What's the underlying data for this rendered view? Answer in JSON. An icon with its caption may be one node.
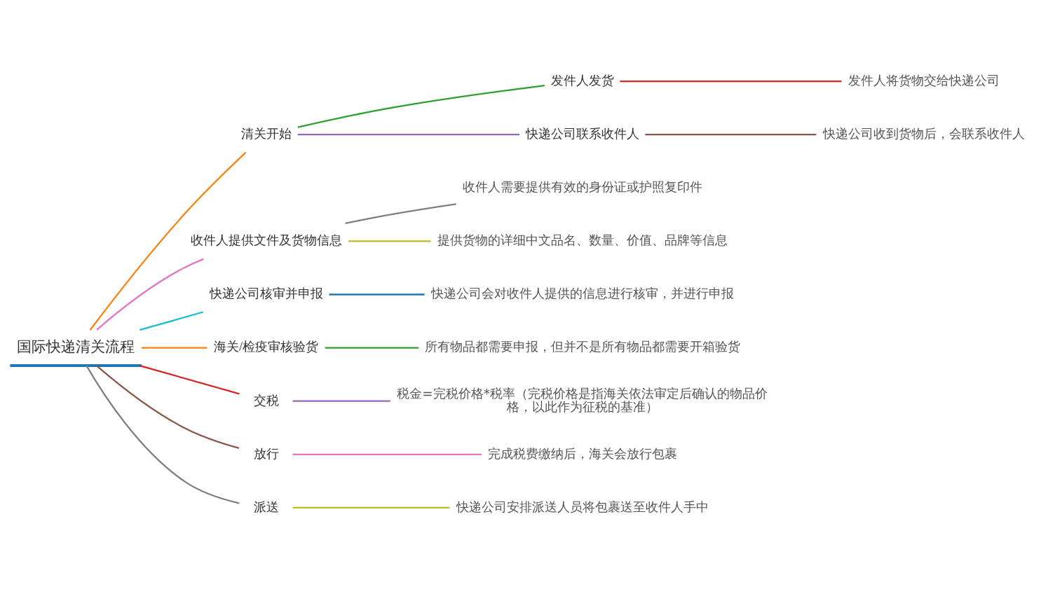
{
  "diagram": {
    "nodes": [
      {
        "text": [
          "国际快递清关流程"
        ]
      },
      {
        "text": [
          "清关开始"
        ]
      },
      {
        "text": [
          "发件人发货"
        ]
      },
      {
        "text": [
          "发件人将货物交给快递公司"
        ]
      },
      {
        "text": [
          "快递公司联系收件人"
        ]
      },
      {
        "text": [
          "快递公司收到货物后，会联系收件人"
        ]
      },
      {
        "text": [
          "收件人提供文件及货物信息"
        ]
      },
      {
        "text": [
          "收件人需要提供有效的身份证或护照复印件"
        ]
      },
      {
        "text": [
          "提供货物的详细中文品名、数量、价值、品牌等信息"
        ]
      },
      {
        "text": [
          "快递公司核审并申报"
        ]
      },
      {
        "text": [
          "快递公司会对收件人提供的信息进行核审，并进行申报"
        ]
      },
      {
        "text": [
          "海关/检疫审核验货"
        ]
      },
      {
        "text": [
          "所有物品都需要申报，但并不是所有物品都需要开箱验货"
        ]
      },
      {
        "text": [
          "交税"
        ]
      },
      {
        "text": [
          "税金=完税价格*税率（完税价格是指海关依法审定后确认的物品价格，以此作为征税的基准）"
        ]
      },
      {
        "text": [
          "放行"
        ]
      },
      {
        "text": [
          "完成税费缴纳后，海关会放行包裹"
        ]
      },
      {
        "text": [
          "派送"
        ]
      },
      {
        "text": [
          "快递公司安排派送人员将包裹送至收件人手中"
        ]
      }
    ],
    "edges": [
      {
        "from": 0,
        "to": 1,
        "arrow": "none",
        "color": "#ff7f0e"
      },
      {
        "from": 1,
        "to": 2,
        "arrow": "none",
        "color": "#2ca02c"
      },
      {
        "from": 2,
        "to": 3,
        "arrow": "none",
        "color": "#d62728"
      },
      {
        "from": 1,
        "to": 4,
        "arrow": "none",
        "color": "#9467bd"
      },
      {
        "from": 4,
        "to": 5,
        "arrow": "none",
        "color": "#8c564b"
      },
      {
        "from": 0,
        "to": 6,
        "arrow": "none",
        "color": "#e377c2"
      },
      {
        "from": 6,
        "to": 7,
        "arrow": "none",
        "color": "#7f7f7f"
      },
      {
        "from": 6,
        "to": 8,
        "arrow": "none",
        "color": "#bcbd22"
      },
      {
        "from": 0,
        "to": 9,
        "arrow": "none",
        "color": "#17becf"
      },
      {
        "from": 9,
        "to": 10,
        "arrow": "none",
        "color": "#1f77b4"
      },
      {
        "from": 0,
        "to": 11,
        "arrow": "none",
        "color": "#ff7f0e"
      },
      {
        "from": 11,
        "to": 12,
        "arrow": "none",
        "color": "#2ca02c"
      },
      {
        "from": 0,
        "to": 13,
        "arrow": "none",
        "color": "#d62728"
      },
      {
        "from": 13,
        "to": 14,
        "arrow": "none",
        "color": "#9467bd"
      },
      {
        "from": 0,
        "to": 15,
        "arrow": "none",
        "color": "#8c564b"
      },
      {
        "from": 15,
        "to": 16,
        "arrow": "none",
        "color": "#e377c2"
      },
      {
        "from": 0,
        "to": 17,
        "arrow": "none",
        "color": "#7f7f7f"
      },
      {
        "from": 17,
        "to": 18,
        "arrow": "none",
        "color": "#bcbd22"
      }
    ]
  }
}
